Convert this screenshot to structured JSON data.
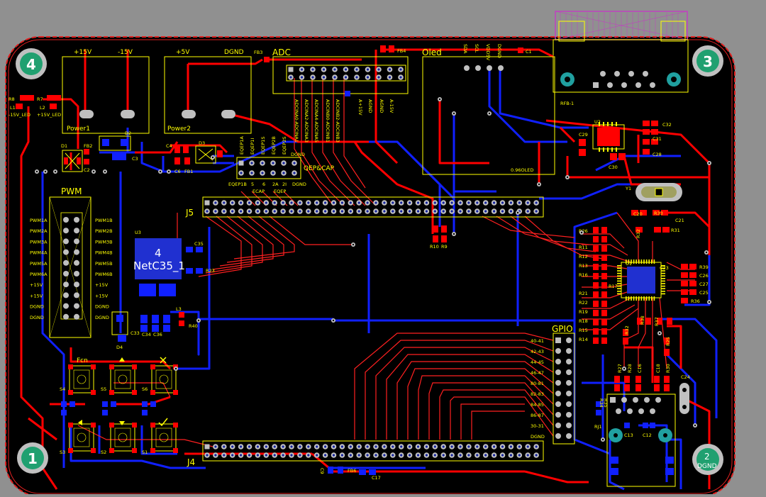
{
  "colors": {
    "background": "#909090",
    "board": "#000000",
    "outline": "#e02020",
    "top_copper": "#ff0000",
    "bottom_copper": "#0000ff",
    "silkscreen": "#ffff00",
    "pad": "#c0c0c0",
    "keepout": "#c040c0"
  },
  "mounting_holes": [
    {
      "label": "4",
      "corner": "top-left"
    },
    {
      "label": "3",
      "corner": "top-right"
    },
    {
      "label": "1",
      "corner": "bottom-left"
    },
    {
      "label": "2",
      "corner": "bottom-right",
      "sub": "DGND"
    }
  ],
  "power": {
    "p1_left": "+15V",
    "p1_right": "-15V",
    "p1_name": "Power1",
    "p2_left": "+5V",
    "p2_right": "DGND",
    "p2_name": "Power2"
  },
  "leds": {
    "left": "-15V_LED",
    "right": "+15V_LED"
  },
  "adc": {
    "title": "ADC",
    "pins": [
      "ADCINA0-ADCINA1",
      "ADCINA2-ADCINA3",
      "ADCINA4-ADCINA5",
      "ADCINB0-ADCINB1",
      "ADCINB2-ADCINB3"
    ],
    "right_pins": [
      "A+15V",
      "AGND",
      "AGND",
      "A-15V"
    ]
  },
  "oled": {
    "title": "Oled",
    "pins": [
      "SDA",
      "SCL",
      "VDD5V",
      "DGND"
    ],
    "size": "0.96OLED"
  },
  "qep": {
    "title": "QEP&CAP",
    "top": [
      "EQEP1A",
      "EQEP1I",
      "EQEP1S",
      "EQEP2B",
      "EQEP2S"
    ],
    "top_right": "DGND",
    "bottom": [
      "EQEP1B",
      "5",
      "6",
      "2A",
      "2I",
      "DGND"
    ],
    "ecap": "ECAP",
    "eqep": "EQEP"
  },
  "pwm": {
    "title": "PWM",
    "left": [
      "PWM1A",
      "PWM2A",
      "PWM3A",
      "PWM4A",
      "PWM5A",
      "PWM6A",
      "+15V",
      "+15V",
      "DGND",
      "DGND"
    ],
    "right": [
      "PWM1B",
      "PWM2B",
      "PWM3B",
      "PWM4B",
      "PWM5B",
      "PWM6B",
      "+15V",
      "+15V",
      "DGND",
      "DGND"
    ]
  },
  "headers": {
    "j5": "J5",
    "j4": "J4"
  },
  "gpio": {
    "title": "GPIO",
    "pins": [
      "40-41",
      "42-43",
      "44-45",
      "46-47",
      "80-81",
      "82-83",
      "84-85",
      "86-87",
      "30-31",
      "DGND"
    ]
  },
  "net": {
    "line1": "4",
    "line2": "NetC35_1",
    "label": "U3"
  },
  "buttons": {
    "fcn": "Fcn",
    "labels": [
      "S4",
      "S5",
      "S6",
      "S3",
      "S2",
      "S1"
    ]
  },
  "designators": {
    "r8": "R8",
    "r7": "R7",
    "l1": "L1",
    "l2": "L2",
    "fb3": "FB3",
    "fb4": "FB4",
    "c1": "C1",
    "d1": "D1",
    "fb2": "FB2",
    "c2": "C2",
    "c3": "C3",
    "d2": "D2",
    "c4": "C4",
    "d3": "D3",
    "c6": "C6",
    "fb1": "FB1",
    "u2": "U2",
    "c29": "C29",
    "c30": "C30",
    "c28": "C28",
    "c31": "C31",
    "c32": "C32",
    "y1": "Y1",
    "c20": "C20",
    "r33": "R33",
    "c21": "C21",
    "r31": "R31",
    "r32": "R32",
    "r26": "R26",
    "r11": "R11",
    "r12": "R12",
    "r13": "R13",
    "r16": "R16",
    "r21": "R21",
    "r22": "R22",
    "r19": "R19",
    "r18": "R18",
    "r15": "R15",
    "r14": "R14",
    "r17": "R17",
    "u1": "U1",
    "c23": "C23",
    "r39": "R39",
    "c26": "C26",
    "c27": "C27",
    "c25": "C25",
    "r36": "R36",
    "r10": "R10",
    "r9": "R9",
    "c35": "C35",
    "r23": "R23",
    "l3": "L3",
    "r40": "R40",
    "c33": "C33",
    "c34": "C34",
    "c36": "C36",
    "d4": "D4",
    "r27": "R27",
    "r28": "R28",
    "c16": "C16",
    "c18": "C18",
    "r30": "R30",
    "c24": "C24",
    "r37": "R37",
    "r38": "R38",
    "r25": "R25",
    "r34": "R34",
    "r35": "R35",
    "rj1": "RJ1",
    "c13": "C13",
    "c12": "C12",
    "c9": "C9",
    "fb6": "FB6",
    "c17": "C17",
    "rfb": "RFB-1"
  }
}
